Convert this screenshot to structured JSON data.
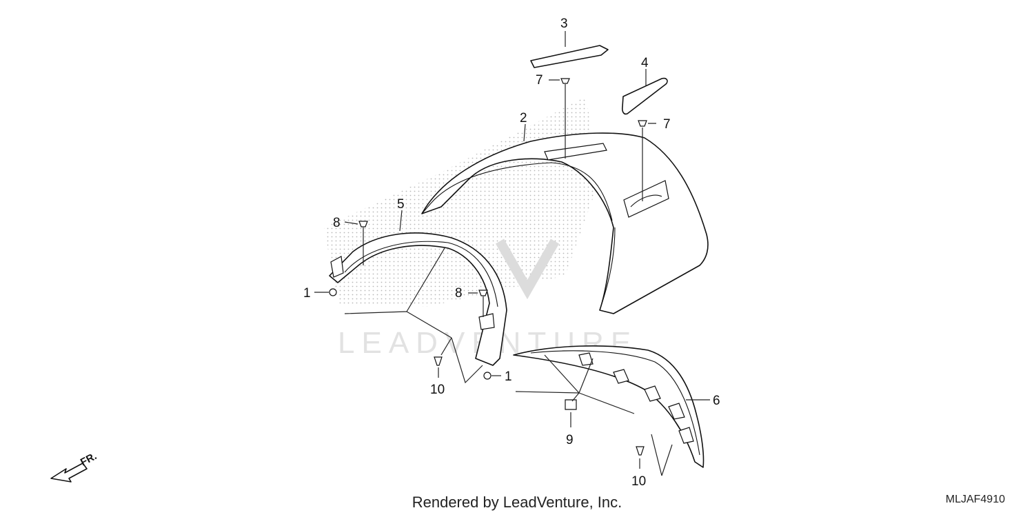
{
  "diagram": {
    "callouts": {
      "c1a": "1",
      "c1b": "1",
      "c2": "2",
      "c3": "3",
      "c4": "4",
      "c5": "5",
      "c6": "6",
      "c7a": "7",
      "c7b": "7",
      "c8a": "8",
      "c8b": "8",
      "c9": "9",
      "c10a": "10",
      "c10b": "10"
    },
    "orientation_label": "FR.",
    "watermark_text": "LEADVENTURE"
  },
  "footer": {
    "credit": "Rendered by LeadVenture, Inc.",
    "diagram_code": "MLJAF4910"
  }
}
